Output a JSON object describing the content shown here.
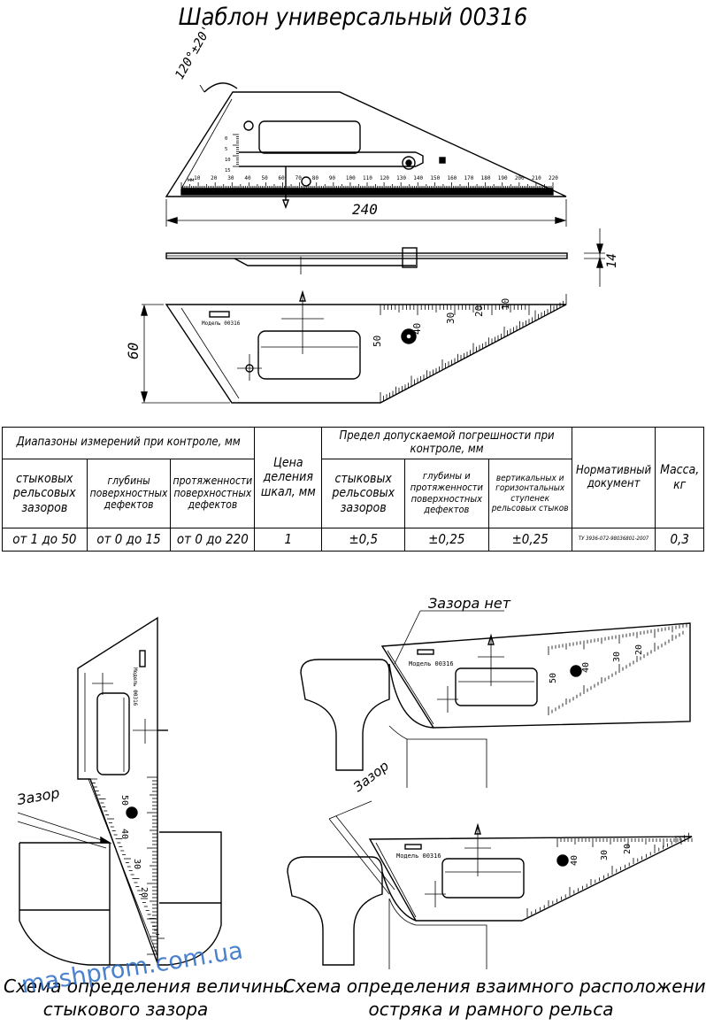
{
  "title": "Шаблон универсальный 00316",
  "drawing": {
    "angle_label": "120°±20'",
    "length_label": "240",
    "thickness_label": "14",
    "height_label": "60",
    "model_label": "Модель 00316",
    "scale_label_mm": "мм",
    "scale_top_numbers": [
      "10",
      "20",
      "30",
      "40",
      "50",
      "60",
      "70",
      "80",
      "90",
      "100",
      "110",
      "120",
      "130",
      "140",
      "150",
      "160",
      "170",
      "180",
      "190",
      "200",
      "210",
      "220"
    ],
    "scale_vertical_numbers": [
      "0",
      "5",
      "10",
      "15"
    ],
    "scale_bottom_numbers": [
      "50",
      "40",
      "30",
      "20",
      "10"
    ]
  },
  "table": {
    "header_ranges": "Диапазоны измерений при контроле, мм",
    "header_division": "Цена деления шкал, мм",
    "header_error": "Предел допускаемой погрешности при контроле, мм",
    "header_normative": "Нормативный документ",
    "header_mass": "Масса, кг",
    "sub_ranges": [
      "стыковых рельсовых зазоров",
      "глубины поверхностных дефектов",
      "протяженности поверхностных дефектов"
    ],
    "sub_errors": [
      "стыковых рельсовых зазоров",
      "глубины и протяженности поверхностных дефектов",
      "вертикальных и горизонтальных ступенек рельсовых стыков"
    ],
    "row": {
      "range_gap": "от 1 до 50",
      "range_depth": "от 0 до 15",
      "range_length": "от 0 до 220",
      "division": "1",
      "err_gap": "±0,5",
      "err_depth": "±0,25",
      "err_step": "±0,25",
      "normative": "ТУ 3936-072-98036801-2007",
      "mass": "0,3"
    }
  },
  "diagrams": {
    "gap_label": "Зазор",
    "no_gap_label": "Зазора нет",
    "gap_label_2": "Зазор",
    "caption_left_1": "Схема определения величины",
    "caption_left_2": "стыкового зазора",
    "caption_right_1": "Схема определения взаимного расположения",
    "caption_right_2": "остряка и рамного рельса",
    "scale_numbers_left": [
      "50",
      "40",
      "30",
      "20"
    ],
    "scale_numbers_right_top": [
      "50",
      "40",
      "30",
      "20"
    ],
    "scale_numbers_right_bottom": [
      "40",
      "30",
      "20"
    ]
  },
  "watermark": "mashprom.com.ua"
}
